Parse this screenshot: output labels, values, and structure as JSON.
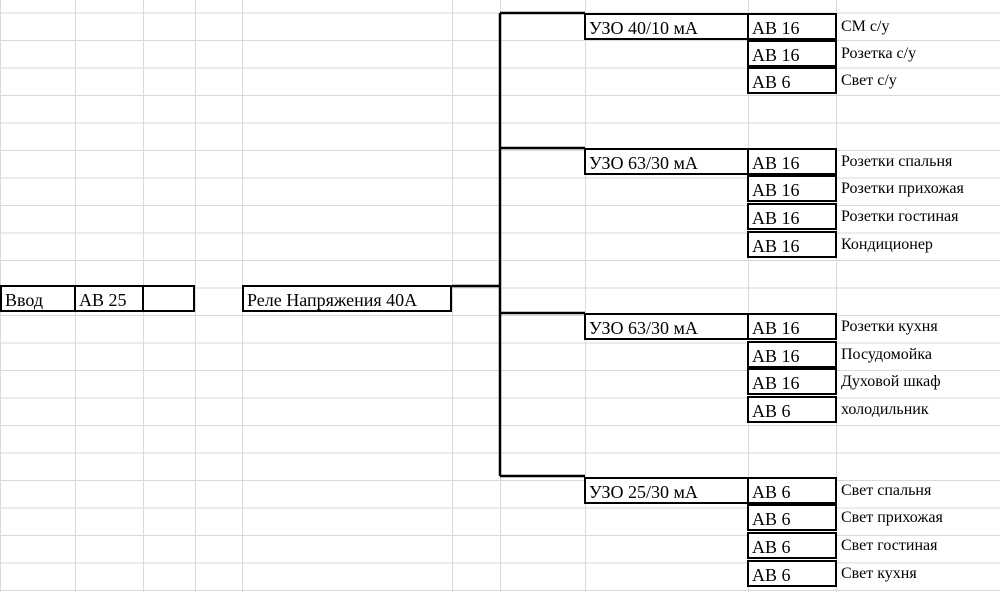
{
  "feed": {
    "input": "Ввод",
    "main_breaker": "АВ 25",
    "relay": "Реле Напряжения 40А"
  },
  "groups": [
    {
      "rcd": "УЗО 40/10 мА",
      "circuits": [
        {
          "breaker": "АВ 16",
          "load": "СМ  с/у"
        },
        {
          "breaker": "АВ 16",
          "load": "Розетка  с/у"
        },
        {
          "breaker": "АВ 6",
          "load": "Свет  с/у"
        }
      ]
    },
    {
      "rcd": "УЗО 63/30 мА",
      "circuits": [
        {
          "breaker": "АВ 16",
          "load": "Розетки спальня"
        },
        {
          "breaker": "АВ 16",
          "load": "Розетки прихожая"
        },
        {
          "breaker": "АВ 16",
          "load": "Розетки гостиная"
        },
        {
          "breaker": "АВ 16",
          "load": "Кондиционер"
        }
      ]
    },
    {
      "rcd": "УЗО 63/30 мА",
      "circuits": [
        {
          "breaker": "АВ 16",
          "load": "Розетки кухня"
        },
        {
          "breaker": "АВ 16",
          "load": "Посудомойка"
        },
        {
          "breaker": "АВ 16",
          "load": "Духовой шкаф"
        },
        {
          "breaker": "АВ 6",
          "load": "холодильник"
        }
      ]
    },
    {
      "rcd": "УЗО 25/30 мА",
      "circuits": [
        {
          "breaker": "АВ 6",
          "load": "Свет спальня"
        },
        {
          "breaker": "АВ 6",
          "load": "Свет прихожая"
        },
        {
          "breaker": "АВ 6",
          "load": "Свет гостиная"
        },
        {
          "breaker": "АВ 6",
          "load": "Свет кухня"
        }
      ]
    }
  ]
}
